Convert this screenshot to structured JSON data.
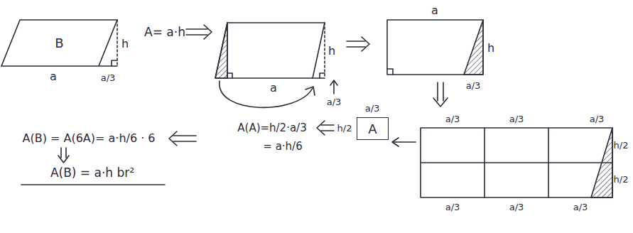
{
  "diagram": {
    "nodes": [
      {
        "text": [
          "B"
        ]
      },
      {
        "text": [
          "A"
        ]
      }
    ],
    "labels": [
      "A= a·h",
      "h",
      "a",
      "a/3",
      "h",
      "a",
      "a/3",
      "a",
      "h",
      "a/3",
      "a/3",
      "a/3",
      "a/3",
      "h/2",
      "h/2",
      "a/3",
      "a/3",
      "a/3",
      "a/3",
      "h/2",
      "A(A)=h/2·a/3",
      "= a·h/6",
      "A(B) = A(6A)= a·h/6 · 6",
      "A(B) = a·h br²"
    ]
  }
}
